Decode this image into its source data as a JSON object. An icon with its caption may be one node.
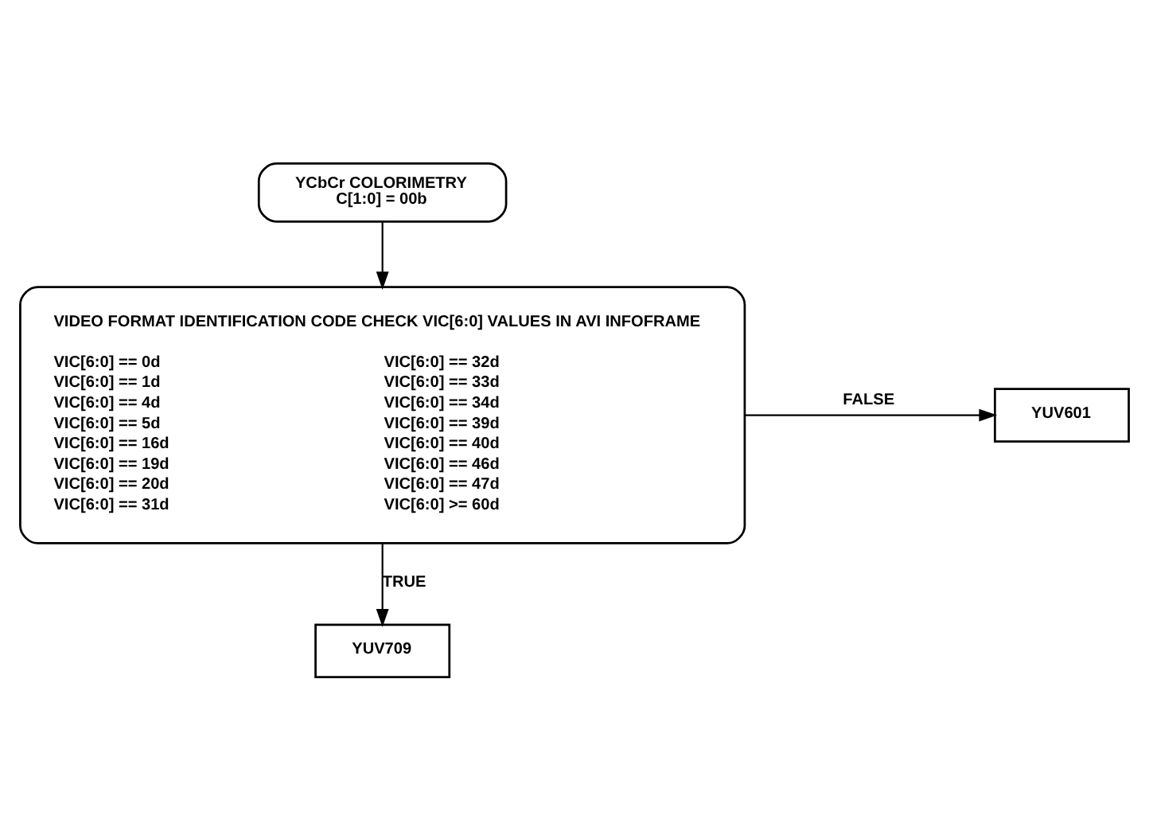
{
  "diagram": {
    "nodes": [
      {
        "text": [
          "YCbCr COLORIMETRY",
          "C[1:0] = 00b"
        ]
      },
      {
        "text": [
          "VIDEO FORMAT IDENTIFICATION CODE CHECK VIC[6:0] VALUES IN AVI INFOFRAME",
          "VIC[6:0] == 0d",
          "VIC[6:0] == 1d",
          "VIC[6:0] == 4d",
          "VIC[6:0] == 5d",
          "VIC[6:0] == 16d",
          "VIC[6:0] == 19d",
          "VIC[6:0] == 20d",
          "VIC[6:0] == 31d",
          "VIC[6:0] == 32d",
          "VIC[6:0] == 33d",
          "VIC[6:0] == 34d",
          "VIC[6:0] == 39d",
          "VIC[6:0] == 40d",
          "VIC[6:0] == 46d",
          "VIC[6:0] == 47d",
          "VIC[6:0] >= 60d"
        ]
      },
      {
        "text": [
          "YUV601"
        ]
      },
      {
        "text": [
          "YUV709"
        ]
      }
    ],
    "edges": [
      {
        "from": 0,
        "to": 1,
        "arrow": "to"
      },
      {
        "from": 1,
        "to": 2,
        "arrow": "to",
        "label": "FALSE"
      },
      {
        "from": 1,
        "to": 3,
        "arrow": "to",
        "label": "TRUE"
      }
    ]
  }
}
